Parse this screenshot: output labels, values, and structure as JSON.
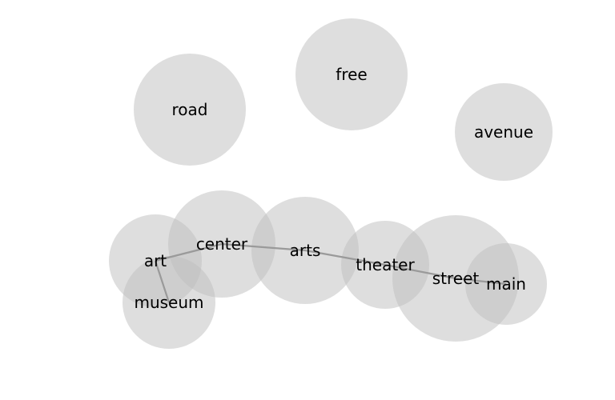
{
  "words": [
    {
      "id": "road",
      "label": "road"
    },
    {
      "id": "free",
      "label": "free"
    },
    {
      "id": "avenue",
      "label": "avenue"
    },
    {
      "id": "center",
      "label": "center"
    },
    {
      "id": "art",
      "label": "art"
    },
    {
      "id": "museum",
      "label": "museum"
    },
    {
      "id": "arts",
      "label": "arts"
    },
    {
      "id": "theater",
      "label": "theater"
    },
    {
      "id": "street",
      "label": "street"
    },
    {
      "id": "main",
      "label": "main"
    }
  ],
  "links": [
    {
      "from": "art",
      "to": "center"
    },
    {
      "from": "art",
      "to": "museum"
    },
    {
      "from": "center",
      "to": "arts"
    },
    {
      "from": "arts",
      "to": "theater"
    },
    {
      "from": "theater",
      "to": "street"
    },
    {
      "from": "street",
      "to": "main"
    }
  ],
  "colors": {
    "bubble": "#bebebe",
    "edge": "#9a9a9a",
    "text": "#000000"
  }
}
